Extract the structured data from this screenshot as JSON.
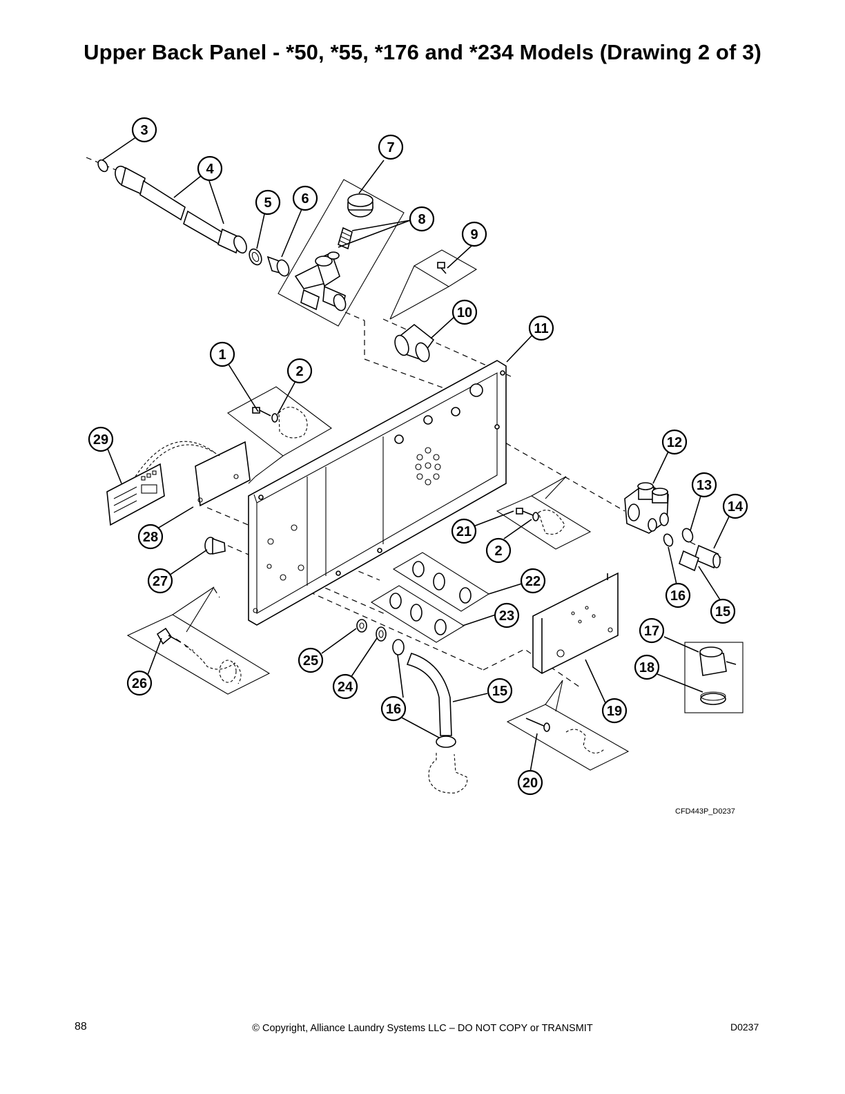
{
  "title": "Upper Back Panel - *50, *55, *176 and *234 Models (Drawing 2 of 3)",
  "drawing_code": "CFD443P_D0237",
  "footer": {
    "page_number": "88",
    "copyright": "© Copyright, Alliance Laundry Systems LLC – DO NOT COPY or TRANSMIT",
    "doc_code": "D0237"
  },
  "callouts": {
    "c3": "3",
    "c4": "4",
    "c5": "5",
    "c6": "6",
    "c7": "7",
    "c8": "8",
    "c9": "9",
    "c10": "10",
    "c11": "11",
    "c1": "1",
    "c2a": "2",
    "c29": "29",
    "c28": "28",
    "c27": "27",
    "c26": "26",
    "c12": "12",
    "c13": "13",
    "c14": "14",
    "c21": "21",
    "c2b": "2",
    "c16a": "16",
    "c15a": "15",
    "c22": "22",
    "c23": "23",
    "c17": "17",
    "c18": "18",
    "c25": "25",
    "c24": "24",
    "c15b": "15",
    "c16b": "16",
    "c19": "19",
    "c20": "20"
  }
}
